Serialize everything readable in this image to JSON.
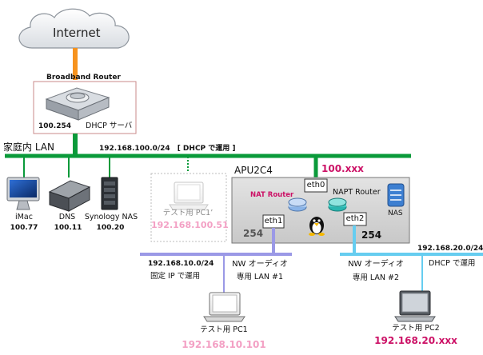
{
  "internet": {
    "label": "Internet"
  },
  "broadband_router": {
    "title": "Broadband Router",
    "address": "100.254",
    "dhcp": "DHCP サーバ"
  },
  "home_lan": {
    "name": "家庭内 LAN",
    "subnet": "192.168.100.0/24　[ DHCP で運用 ]",
    "colors": {
      "wan_link": "#f7931e",
      "lan": "#0a9a3a",
      "nw1": "#9b99e6",
      "nw2": "#66cdf0",
      "magenta": "#cc1166",
      "pink": "#f3a0c4"
    }
  },
  "devices": {
    "imac": {
      "name": "iMac",
      "address": "100.77"
    },
    "dns": {
      "name": "DNS",
      "address": "100.11"
    },
    "nas": {
      "name": "Synology NAS",
      "address": "100.20"
    }
  },
  "test_pc1_prime": {
    "name": "テスト用 PC1’",
    "address": "192.168.100.51"
  },
  "apu": {
    "title": "APU2C4",
    "wan_address": "100.xxx",
    "eth0": "eth0",
    "eth1": "eth1",
    "eth2": "eth2",
    "nat_router": "NAT Router",
    "napt_router": "NAPT Router",
    "nas": "NAS",
    "eth1_host": "254",
    "eth2_host": "254"
  },
  "nw1": {
    "subnet": "192.168.10.0/24",
    "mode": "固定 IP で運用",
    "title_1": "NW オーディオ",
    "title_2": "専用 LAN #1"
  },
  "nw2": {
    "subnet": "192.168.20.0/24",
    "mode": "DHCP で運用",
    "title_1": "NW オーディオ",
    "title_2": "専用 LAN #2"
  },
  "pc1": {
    "name": "テスト用 PC1",
    "address": "192.168.10.101"
  },
  "pc2": {
    "name": "テスト用 PC2",
    "address": "192.168.20.xxx"
  }
}
